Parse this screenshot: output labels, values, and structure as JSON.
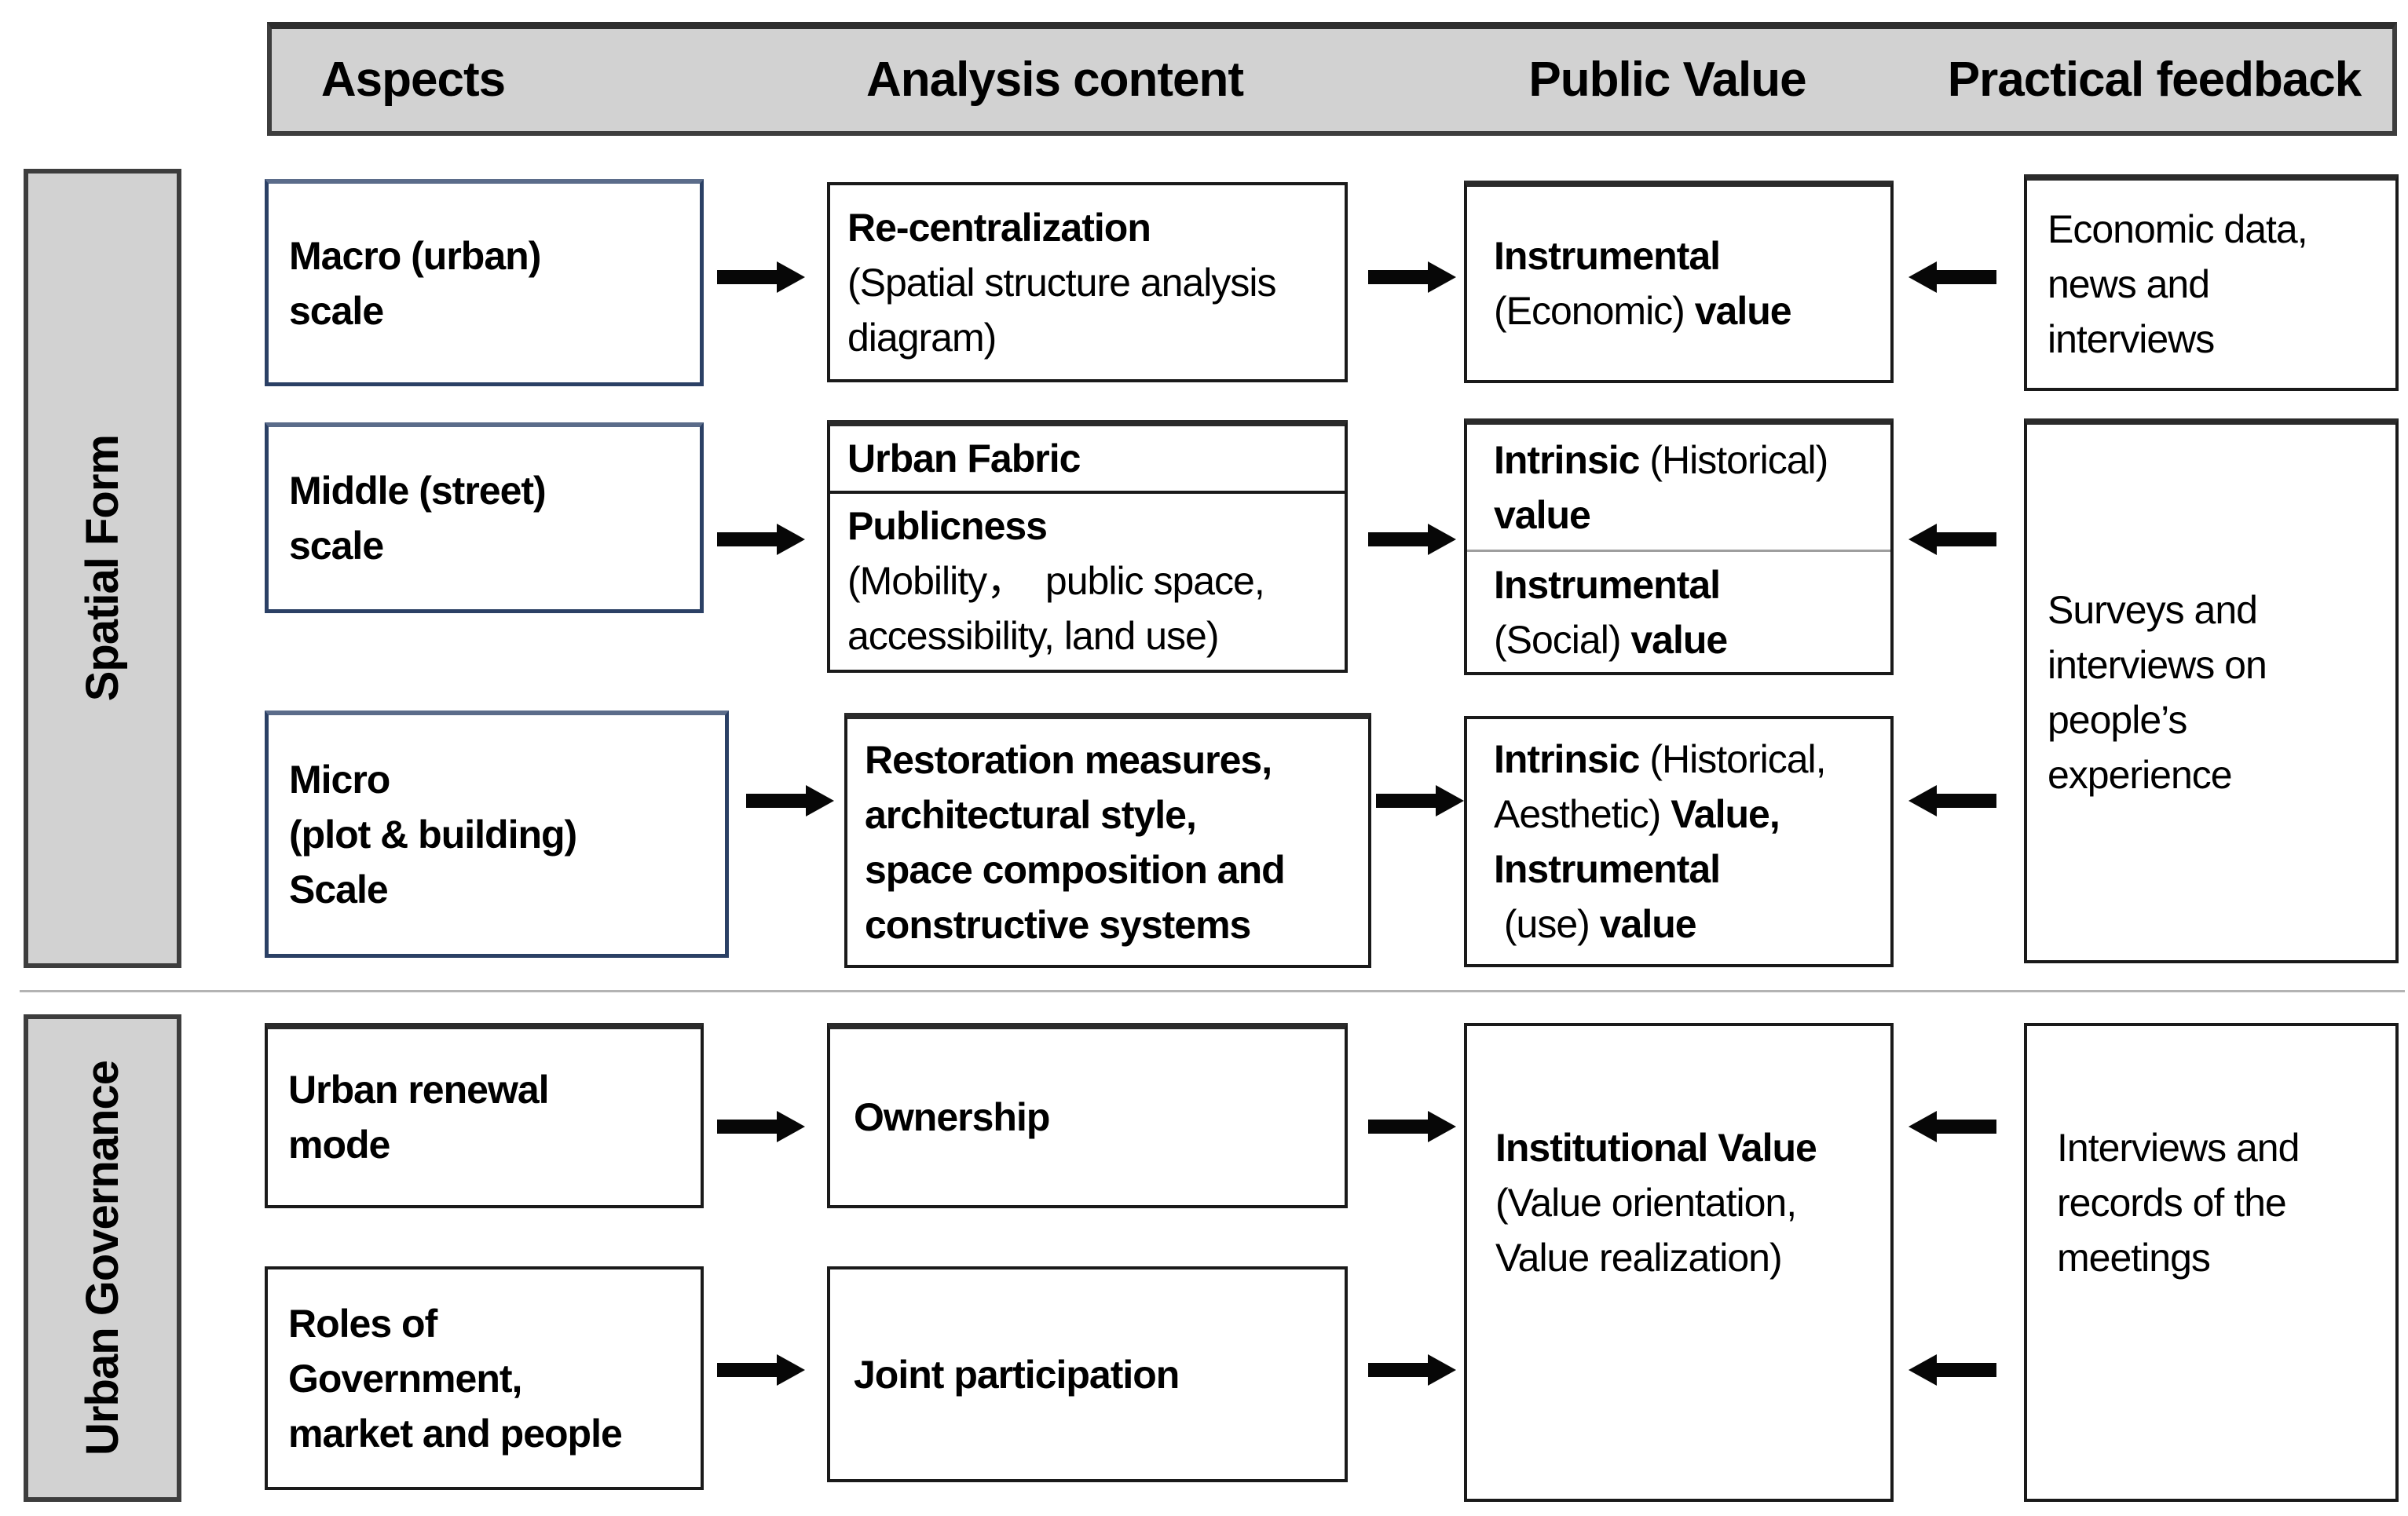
{
  "header": {
    "aspects": "Aspects",
    "analysis_content": "Analysis content",
    "public_value": "Public Value",
    "practical_feedback": "Practical feedback"
  },
  "sections": {
    "spatial_form": "Spatial Form",
    "urban_governance": "Urban Governance"
  },
  "boxes": {
    "macro_scale": {
      "runs": [
        {
          "t": "Macro (urban)\nscale",
          "b": true
        }
      ]
    },
    "recentralization": {
      "runs": [
        {
          "t": "Re-centralization\n",
          "b": true
        },
        {
          "t": "(Spatial structure analysis\ndiagram)",
          "b": false
        }
      ]
    },
    "instrumental_economic": {
      "runs": [
        {
          "t": "Instrumental\n",
          "b": true
        },
        {
          "t": "(Economic) ",
          "b": false
        },
        {
          "t": "value",
          "b": true
        }
      ]
    },
    "economic_data": {
      "runs": [
        {
          "t": "Economic data,\nnews and\ninterviews",
          "b": false
        }
      ]
    },
    "middle_scale": {
      "runs": [
        {
          "t": "Middle (street)\nscale",
          "b": true
        }
      ]
    },
    "urban_fabric": {
      "runs": [
        {
          "t": "Urban Fabric",
          "b": true
        }
      ]
    },
    "publicness": {
      "runs": [
        {
          "t": "Publicness\n",
          "b": true
        },
        {
          "t": "(Mobility，  public space,\naccessibility, land use)",
          "b": false
        }
      ]
    },
    "intrinsic_historical": {
      "runs": [
        {
          "t": "Intrinsic",
          "b": true
        },
        {
          "t": " (Historical)\n",
          "b": false
        },
        {
          "t": "value",
          "b": true
        }
      ]
    },
    "instrumental_social": {
      "runs": [
        {
          "t": "Instrumental\n",
          "b": true
        },
        {
          "t": "(Social) ",
          "b": false
        },
        {
          "t": "value",
          "b": true
        }
      ]
    },
    "surveys": {
      "runs": [
        {
          "t": "Surveys and\ninterviews on\npeople’s\nexperience",
          "b": false
        }
      ]
    },
    "micro_scale": {
      "runs": [
        {
          "t": "Micro\n(plot & building)\nScale",
          "b": true
        }
      ]
    },
    "restoration": {
      "runs": [
        {
          "t": "Restoration measures,\narchitectural style,\nspace composition and\nconstructive systems",
          "b": true
        }
      ]
    },
    "intrinsic_aesthetic": {
      "runs": [
        {
          "t": "Intrinsic",
          "b": true
        },
        {
          "t": " (Historical,\nAesthetic) ",
          "b": false
        },
        {
          "t": "Value,",
          "b": true
        },
        {
          "t": "\n",
          "b": false
        },
        {
          "t": "Instrumental",
          "b": true
        },
        {
          "t": "\n (use) ",
          "b": false
        },
        {
          "t": "value",
          "b": true
        }
      ]
    },
    "urban_renewal": {
      "runs": [
        {
          "t": "Urban renewal\nmode",
          "b": true
        }
      ]
    },
    "ownership": {
      "runs": [
        {
          "t": "Ownership",
          "b": true
        }
      ]
    },
    "roles": {
      "runs": [
        {
          "t": "Roles of\nGovernment,\nmarket and people",
          "b": true
        }
      ]
    },
    "joint_participation": {
      "runs": [
        {
          "t": "Joint participation",
          "b": true
        }
      ]
    },
    "institutional": {
      "runs": [
        {
          "t": "Institutional Value",
          "b": true
        },
        {
          "t": "\n(Value orientation,\nValue realization)",
          "b": false
        }
      ]
    },
    "interviews": {
      "runs": [
        {
          "t": "Interviews and\nrecords of the\nmeetings",
          "b": false
        }
      ]
    }
  },
  "colors": {
    "header_fill": "#d2d2d2",
    "header_border": "#3d3d3d",
    "navy_border": "#2b4065",
    "black_border": "#1a1a1a",
    "arrow": "#070707",
    "section_divider": "#b3b3b3",
    "cell_divider_gray": "#9e9e9e"
  }
}
